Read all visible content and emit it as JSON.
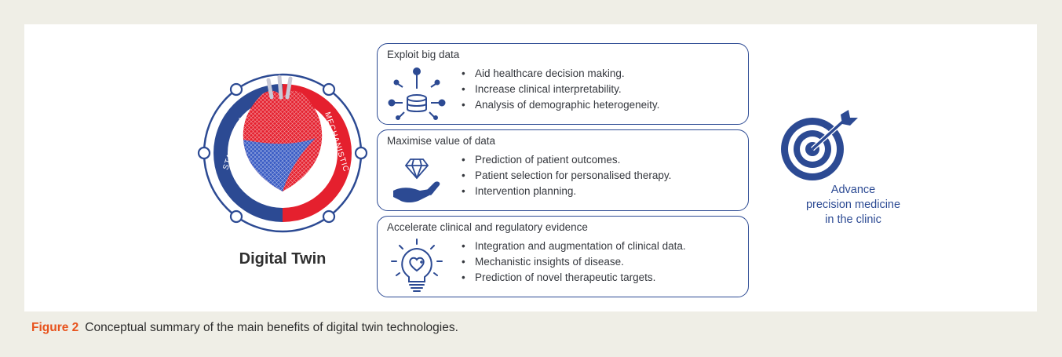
{
  "digital_twin": {
    "label": "Digital Twin",
    "left_arc_label": "STATISTICAL",
    "right_arc_label": "MECHANISTIC"
  },
  "boxes": [
    {
      "title": "Exploit big data",
      "icon": "database-network-icon",
      "bullets": [
        "Aid healthcare decision making.",
        "Increase clinical interpretability.",
        "Analysis of demographic heterogeneity."
      ]
    },
    {
      "title": "Maximise value of data",
      "icon": "diamond-hand-icon",
      "bullets": [
        "Prediction of patient outcomes.",
        "Patient selection for personalised therapy.",
        "Intervention planning."
      ]
    },
    {
      "title": "Accelerate clinical and regulatory evidence",
      "icon": "lightbulb-heart-icon",
      "bullets": [
        "Integration and augmentation of clinical data.",
        "Mechanistic insights of disease.",
        "Prediction of novel therapeutic targets."
      ]
    }
  ],
  "goal": {
    "icon": "target-arrow-icon",
    "lines": [
      "Advance",
      "precision medicine",
      "in the clinic"
    ]
  },
  "caption": {
    "label": "Figure 2",
    "text": "Conceptual summary of the main benefits of digital twin technologies."
  },
  "colors": {
    "navy": "#2c4a93",
    "red": "#e5202e",
    "blue": "#3a5cc4",
    "accent": "#e8531d"
  }
}
